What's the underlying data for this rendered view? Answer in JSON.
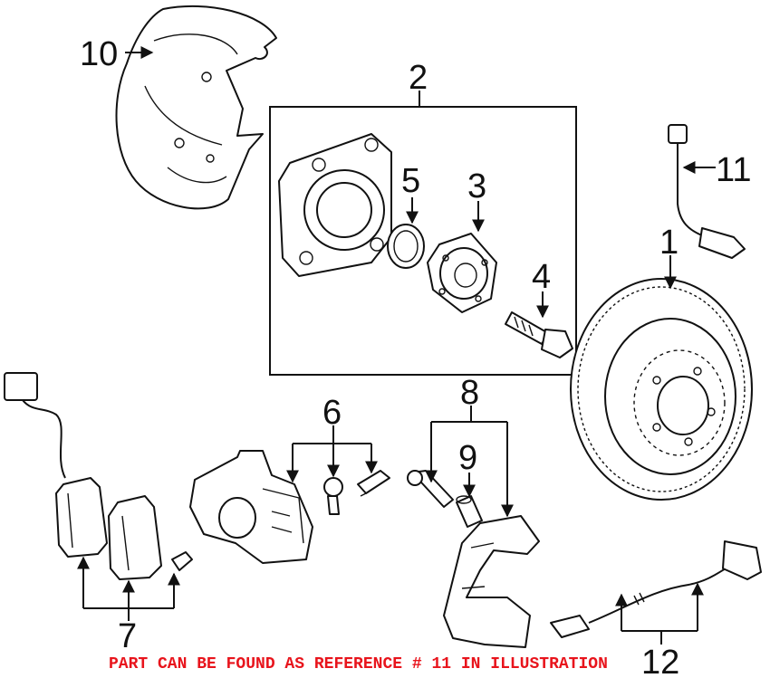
{
  "diagram": {
    "callouts": {
      "c1": "1",
      "c2": "2",
      "c3": "3",
      "c4": "4",
      "c5": "5",
      "c6": "6",
      "c7": "7",
      "c8": "8",
      "c9": "9",
      "c10": "10",
      "c11": "11",
      "c12": "12"
    },
    "note": "PART CAN BE FOUND AS REFERENCE # 11 IN ILLUSTRATION",
    "note_color": "#e8141c"
  }
}
